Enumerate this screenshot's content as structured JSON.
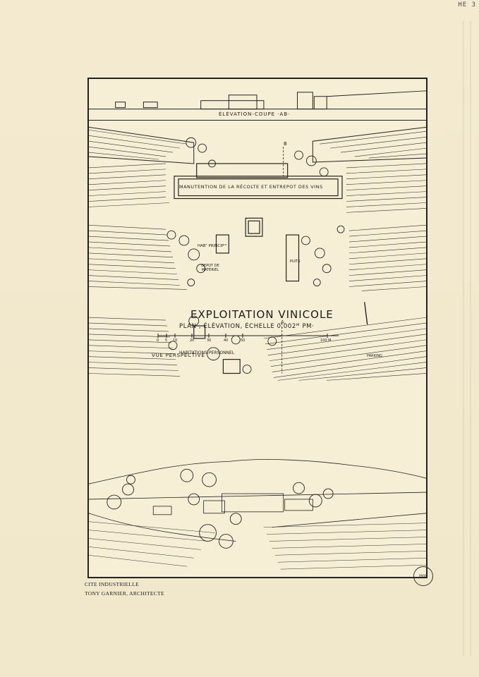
{
  "corner_mark": "HE 3",
  "drawing": {
    "elevation_label": "ÉLÉVATION-COUPE ·AB·",
    "section_b_marker": "B",
    "section_a_marker": "A",
    "building_label": "MANUTENTION DE LA RÉCOLTE ET ENTREPOT DES VINS",
    "house_label": "HABᵀ PRINCIPᴸᴱ",
    "depot_label": "DEPOT DE MATERIEL",
    "puits_label": "PUITS",
    "habitations_label": "HABITATIONS-PERSONNEL",
    "parking_label": "PARKING"
  },
  "title": {
    "main": "EXPLOITATION VINICOLE",
    "sub": "PLAN , ÉLÉVATION, ÉCHELLE 0,002ᴹ PM·",
    "scale_ticks": [
      "0",
      "5",
      "10",
      "20",
      "30",
      "40",
      "50",
      "100 M"
    ]
  },
  "perspective_label": "VUE PERSPECTIVE",
  "caption": {
    "line1": "CITE INDUSTRIELLE",
    "line2": "TONY GARNIER, ARCHITECTE"
  },
  "stamp_text": "PARIS"
}
